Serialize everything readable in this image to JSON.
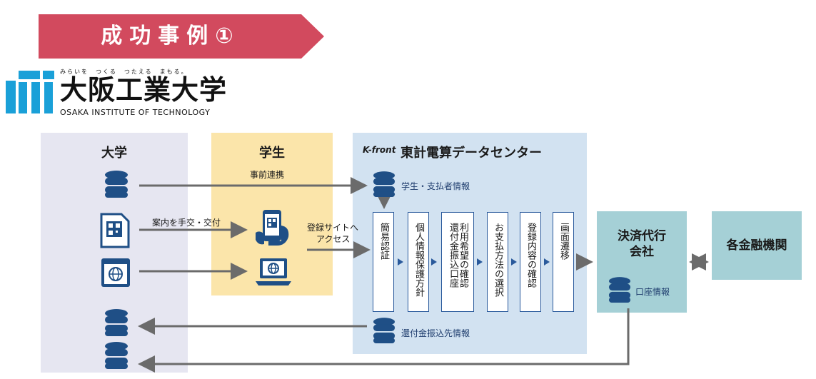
{
  "banner": {
    "title": "成功事例①",
    "color": "#d24a5e"
  },
  "logo": {
    "tagline": "みらいを　つくる　つたえる　まもる。",
    "name": "大阪工業大学",
    "english": "OSAKA INSTITUTE OF TECHNOLOGY",
    "mark_color": "#1aa0d8"
  },
  "university": {
    "title": "大学"
  },
  "student": {
    "title": "学生"
  },
  "center": {
    "brand": "K-front",
    "title": "東計電算データセンター",
    "db_top_label": "学生・支払者情報",
    "db_bottom_label": "還付金振込先情報",
    "steps": [
      "簡易認証",
      "個人情報保護方針",
      "利用希望の確認\n還付金振込口座",
      "お支払方法の選択",
      "登録内容の確認",
      "画面遷移"
    ]
  },
  "settlement": {
    "title_line1": "決済代行",
    "title_line2": "会社",
    "db_label": "口座情報"
  },
  "bank": {
    "title": "各金融機関"
  },
  "flows": {
    "prior_link": "事前連携",
    "guide": "案内を手交・交付",
    "access_line1": "登録サイトへ",
    "access_line2": "アクセス"
  },
  "colors": {
    "db_icon": "#1f4f86",
    "arrow": "#6b6b6b",
    "step_border": "#2a5a9c"
  }
}
